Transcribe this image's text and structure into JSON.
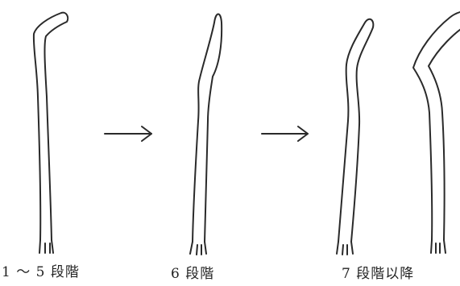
{
  "stages": [
    {
      "label": "1 〜 5 段階"
    },
    {
      "label": "6 段階"
    },
    {
      "label": "7 段階以降"
    }
  ],
  "colors": {
    "line": "#2a2a2a",
    "background": "#ffffff"
  }
}
